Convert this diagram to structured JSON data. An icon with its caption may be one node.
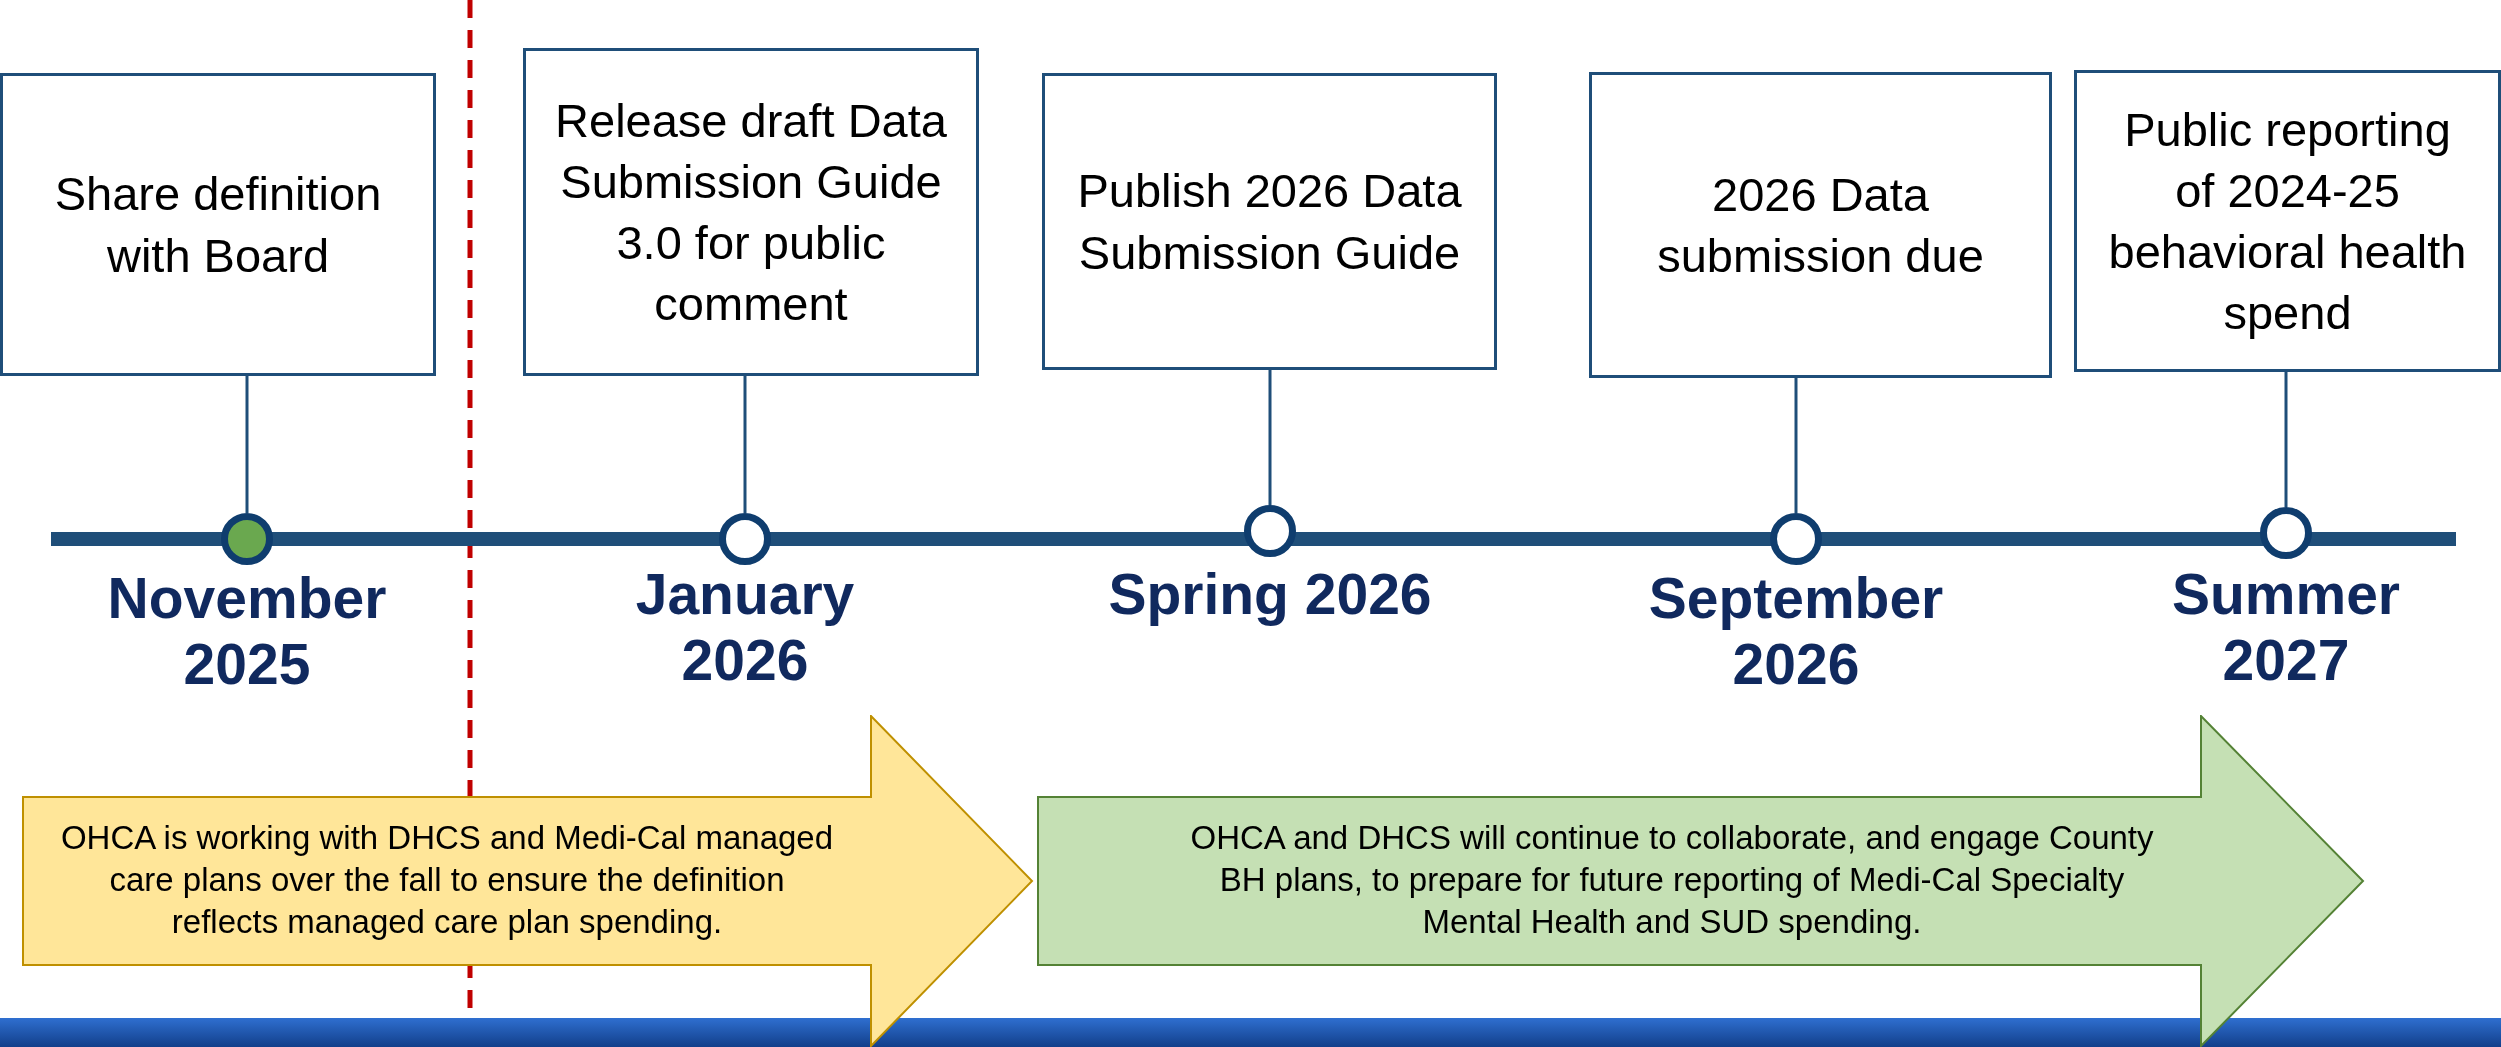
{
  "diagram": {
    "nodes": [
      {
        "text": [
          "Share definition with Board"
        ]
      },
      {
        "text": [
          "Release draft Data Submission Guide 3.0 for public comment"
        ]
      },
      {
        "text": [
          "Publish 2026 Data Submission Guide"
        ]
      },
      {
        "text": [
          "2026 Data submission due"
        ]
      },
      {
        "text": [
          "Public reporting of 2024-25 behavioral health spend"
        ]
      },
      {
        "text": [],
        "shape": "circle",
        "beside": [
          "November 2025"
        ]
      },
      {
        "text": [],
        "shape": "circle",
        "beside": [
          "January 2026"
        ]
      },
      {
        "text": [],
        "shape": "circle",
        "beside": [
          "Spring 2026"
        ]
      },
      {
        "text": [],
        "shape": "circle",
        "beside": [
          "September 2026"
        ]
      },
      {
        "text": [],
        "shape": "circle",
        "beside": [
          "Summer 2027"
        ]
      },
      {
        "text": [
          "OHCA is working with DHCS and Medi-Cal managed care plans over the fall to ensure the definition reflects managed care plan spending."
        ]
      },
      {
        "text": [
          "OHCA and DHCS will continue to collaborate, and engage County BH plans, to prepare for future reporting of Medi-Cal Specialty Mental Health and SUD spending."
        ]
      }
    ],
    "edges": [
      {
        "from": 0,
        "to": 5,
        "arrow": "none"
      },
      {
        "from": 1,
        "to": 6,
        "arrow": "none"
      },
      {
        "from": 2,
        "to": 7,
        "arrow": "none"
      },
      {
        "from": 3,
        "to": 8,
        "arrow": "none"
      },
      {
        "from": 4,
        "to": 9,
        "arrow": "none"
      }
    ]
  }
}
